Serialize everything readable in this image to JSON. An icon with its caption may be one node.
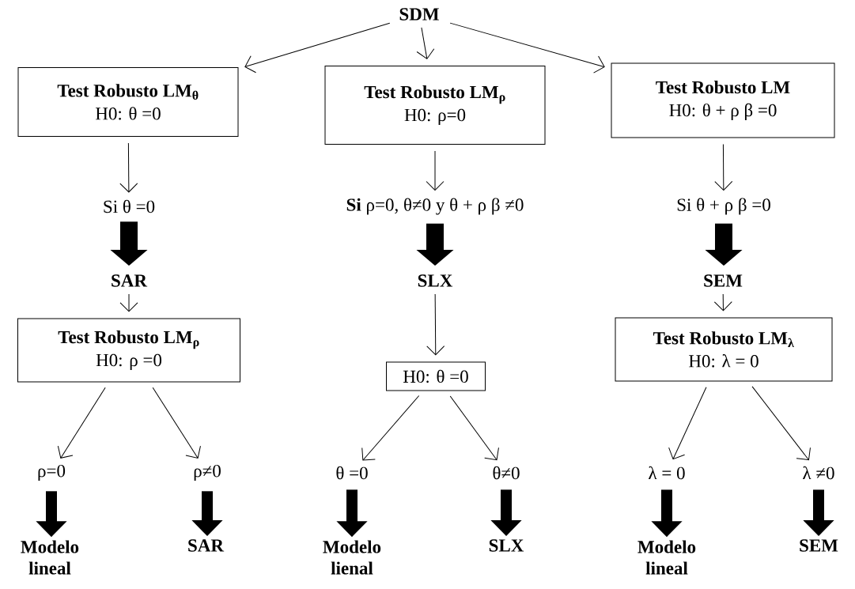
{
  "diagram": {
    "nodes": [
      {
        "text": [
          "SDM"
        ]
      },
      {
        "text": [
          "Test Robusto LM$_{θ}$",
          "H0: θ =0"
        ]
      },
      {
        "text": [
          "Test Robusto LM$_{ρ}$",
          "H0: ρ=0"
        ]
      },
      {
        "text": [
          "Test Robusto LM",
          "H0: θ + ρ β =0"
        ]
      },
      {
        "text": [
          "Si θ =0"
        ]
      },
      {
        "text": [
          "**Si** ρ=0, θ≠0 y θ + ρ β ≠0"
        ]
      },
      {
        "text": [
          "Si θ + ρ β =0"
        ]
      },
      {
        "text": [
          "SAR"
        ]
      },
      {
        "text": [
          "SLX"
        ]
      },
      {
        "text": [
          "SEM"
        ]
      },
      {
        "text": [
          "Test Robusto LM$_{ρ}$",
          "H0: ρ =0"
        ]
      },
      {
        "text": [
          "H0: θ =0"
        ]
      },
      {
        "text": [
          "Test Robusto LM$_{λ}$",
          "H0: λ = 0"
        ]
      },
      {
        "text": [
          "ρ=0"
        ]
      },
      {
        "text": [
          "ρ≠0"
        ]
      },
      {
        "text": [
          "θ =0"
        ]
      },
      {
        "text": [
          "θ≠0"
        ]
      },
      {
        "text": [
          "λ = 0"
        ]
      },
      {
        "text": [
          "λ ≠0"
        ]
      },
      {
        "text": [
          "Modelo lineal"
        ]
      },
      {
        "text": [
          "SAR"
        ]
      },
      {
        "text": [
          "Modelo lienal"
        ]
      },
      {
        "text": [
          "SLX"
        ]
      },
      {
        "text": [
          "Modelo lineal"
        ]
      },
      {
        "text": [
          "SEM"
        ]
      }
    ],
    "edges": [
      {
        "from": 0,
        "to": 1,
        "arrow": "to"
      },
      {
        "from": 0,
        "to": 2,
        "arrow": "to"
      },
      {
        "from": 0,
        "to": 3,
        "arrow": "to"
      },
      {
        "from": 1,
        "to": 4,
        "arrow": "to"
      },
      {
        "from": 2,
        "to": 5,
        "arrow": "to"
      },
      {
        "from": 3,
        "to": 6,
        "arrow": "to"
      },
      {
        "from": 4,
        "to": 7,
        "arrow": "to",
        "style": "thick"
      },
      {
        "from": 5,
        "to": 8,
        "arrow": "to",
        "style": "thick"
      },
      {
        "from": 6,
        "to": 9,
        "arrow": "to",
        "style": "thick"
      },
      {
        "from": 7,
        "to": 10,
        "arrow": "to"
      },
      {
        "from": 8,
        "to": 11,
        "arrow": "to"
      },
      {
        "from": 9,
        "to": 12,
        "arrow": "to"
      },
      {
        "from": 10,
        "to": 13,
        "arrow": "to"
      },
      {
        "from": 10,
        "to": 14,
        "arrow": "to"
      },
      {
        "from": 11,
        "to": 15,
        "arrow": "to"
      },
      {
        "from": 11,
        "to": 16,
        "arrow": "to"
      },
      {
        "from": 12,
        "to": 17,
        "arrow": "to"
      },
      {
        "from": 12,
        "to": 18,
        "arrow": "to"
      },
      {
        "from": 13,
        "to": 19,
        "arrow": "to",
        "style": "thick"
      },
      {
        "from": 14,
        "to": 20,
        "arrow": "to",
        "style": "thick"
      },
      {
        "from": 15,
        "to": 21,
        "arrow": "to",
        "style": "thick"
      },
      {
        "from": 16,
        "to": 22,
        "arrow": "to",
        "style": "thick"
      },
      {
        "from": 17,
        "to": 23,
        "arrow": "to",
        "style": "thick"
      },
      {
        "from": 18,
        "to": 24,
        "arrow": "to",
        "style": "thick"
      }
    ]
  }
}
